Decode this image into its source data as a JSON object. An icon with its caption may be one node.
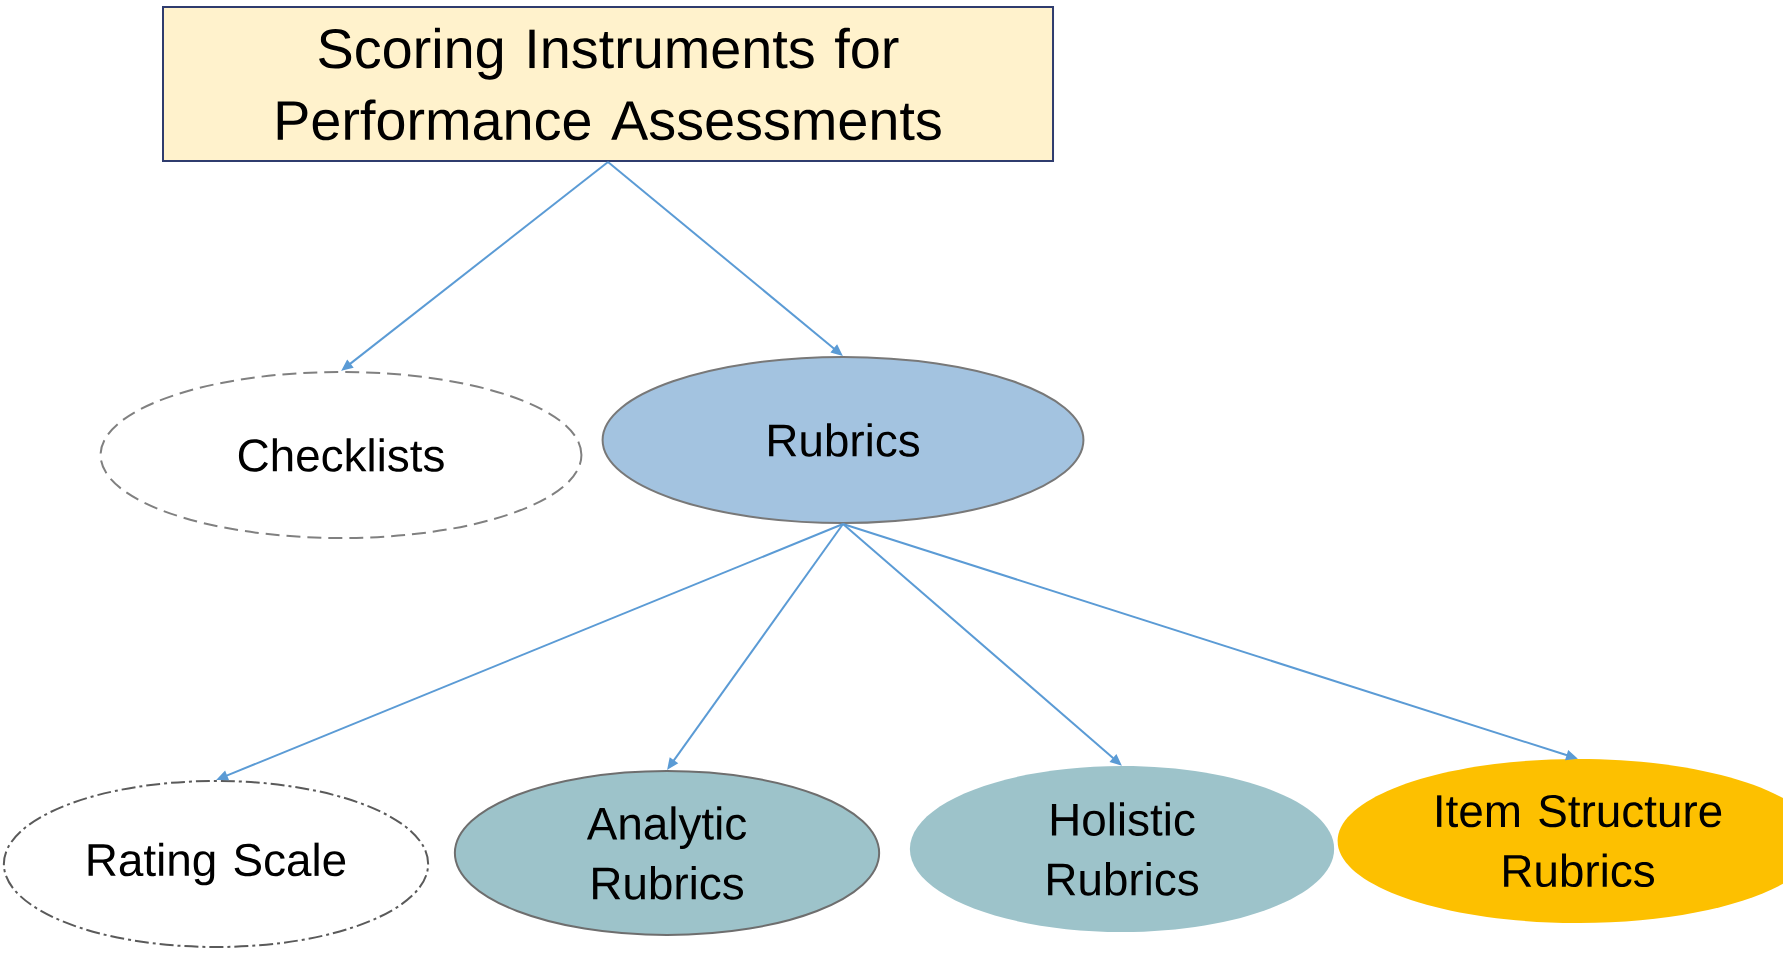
{
  "diagram": {
    "nodes": [
      {
        "text": [
          "Scoring Instruments for Performance Assessments"
        ]
      },
      {
        "text": [
          "Checklists"
        ]
      },
      {
        "text": [
          "Rubrics"
        ]
      },
      {
        "text": [
          "Rating Scale"
        ]
      },
      {
        "text": [
          "Analytic Rubrics"
        ]
      },
      {
        "text": [
          "Holistic Rubrics"
        ]
      },
      {
        "text": [
          "Item Structure Rubrics"
        ]
      }
    ],
    "edges": [
      {
        "from": 0,
        "to": 1,
        "arrow": "to"
      },
      {
        "from": 0,
        "to": 2,
        "arrow": "to"
      },
      {
        "from": 2,
        "to": 3,
        "arrow": "to"
      },
      {
        "from": 2,
        "to": 4,
        "arrow": "to"
      },
      {
        "from": 2,
        "to": 5,
        "arrow": "to"
      },
      {
        "from": 2,
        "to": 6,
        "arrow": "to"
      }
    ]
  }
}
